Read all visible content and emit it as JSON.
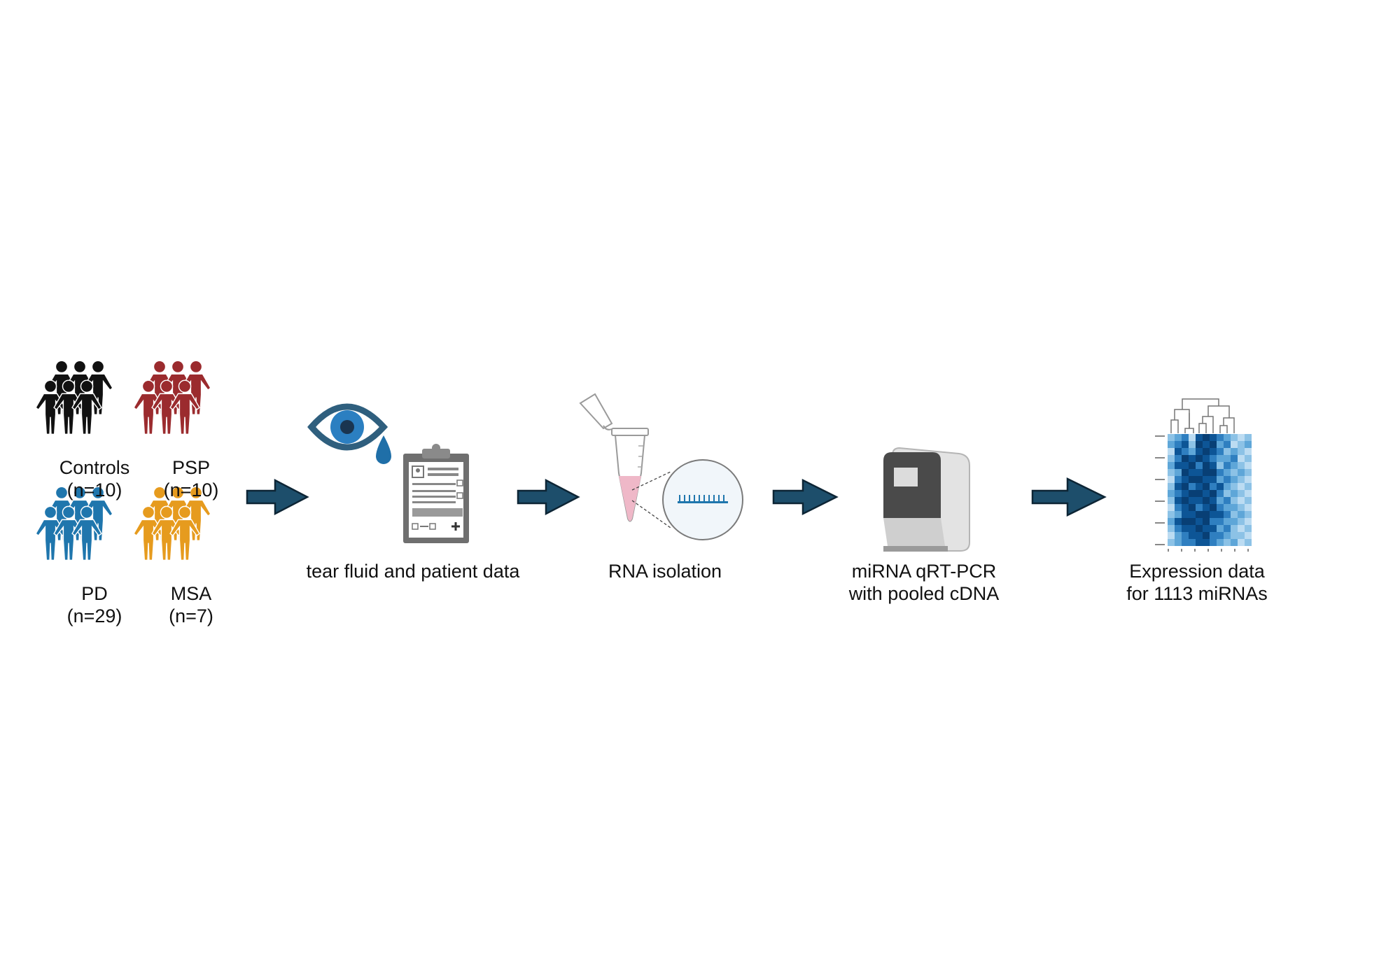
{
  "groups": [
    {
      "name": "Controls",
      "n": "(n=10)",
      "color": "#111111"
    },
    {
      "name": "PSP",
      "n": "(n=10)",
      "color": "#9b2b2e"
    },
    {
      "name": "PD",
      "n": "(n=29)",
      "color": "#1f76ad"
    },
    {
      "name": "MSA",
      "n": "(n=7)",
      "color": "#e69b1e"
    }
  ],
  "steps": [
    {
      "label_lines": [
        "tear fluid and patient data"
      ]
    },
    {
      "label_lines": [
        "RNA isolation"
      ]
    },
    {
      "label_lines": [
        "miRNA qRT-PCR",
        "with pooled cDNA"
      ]
    },
    {
      "label_lines": [
        "Expression data",
        "for 1113 miRNAs"
      ]
    }
  ],
  "colors": {
    "arrow_fill": "#1d4e6b",
    "arrow_stroke": "#0d2535",
    "eye_blue": "#2b7fc1",
    "tear_blue": "#1f6fa8",
    "tube_pink": "#efb8c8",
    "heatmap_dark": "#0a4a82",
    "heatmap_light": "#cfe6f5"
  },
  "icons": [
    "people-group-icon",
    "eye-icon",
    "tear-drop-icon",
    "clipboard-icon",
    "tube-icon",
    "magnifier-icon",
    "rna-strand-icon",
    "pcr-machine-icon",
    "dendrogram-icon",
    "heatmap-icon"
  ]
}
